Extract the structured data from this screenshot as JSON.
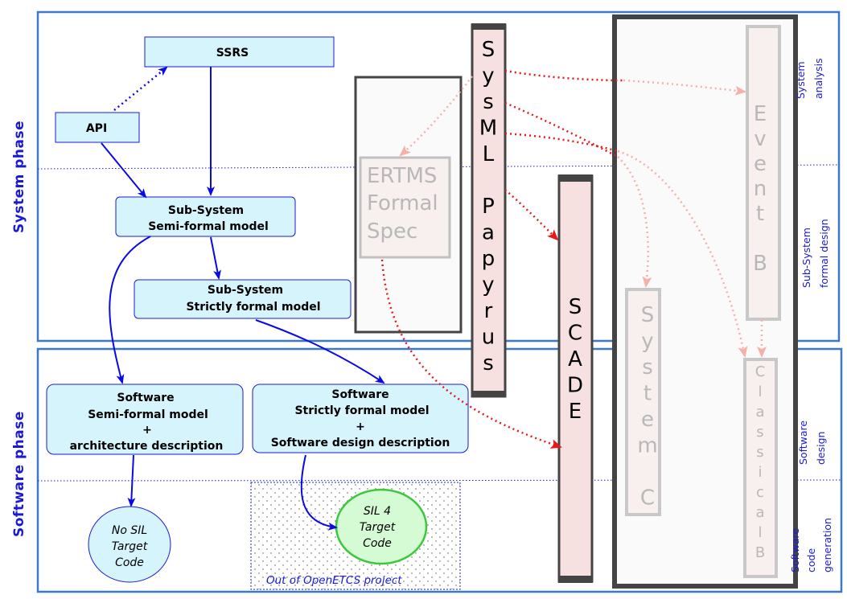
{
  "phases": {
    "system": "System phase",
    "software": "Software  phase"
  },
  "side_labels": {
    "system_analysis": [
      "System",
      "analysis"
    ],
    "subsystem_formal_design": [
      "Sub-System",
      "formal design"
    ],
    "software_design": [
      "Software",
      "design"
    ],
    "software_code_generation": [
      "Software",
      "code",
      "generation"
    ]
  },
  "boxes": {
    "ssrs": "SSRS",
    "api": "API",
    "subsystem_semiformal": [
      "Sub-System",
      "Semi-formal  model"
    ],
    "subsystem_strict": [
      "Sub-System",
      "Strictly formal  model"
    ],
    "software_semiformal": [
      "Software",
      "Semi-formal  model",
      "+",
      "architecture description"
    ],
    "software_strict": [
      "Software",
      "Strictly formal  model",
      "+",
      "Software design description"
    ],
    "no_sil": [
      "No SIL",
      "Target",
      "Code"
    ],
    "sil4": [
      "SIL 4",
      "Target",
      "Code"
    ],
    "out_of_project": "Out of OpenETCS project"
  },
  "tools": {
    "ertms": [
      "ERTMS",
      "Formal",
      "Spec"
    ],
    "sysml": [
      "S",
      "y",
      "s",
      "M",
      "L",
      "",
      "P",
      "a",
      "p",
      "y",
      "r",
      "u",
      "s"
    ],
    "scade": [
      "S",
      "C",
      "A",
      "D",
      "E"
    ],
    "system_c": [
      "S",
      "y",
      "s",
      "t",
      "e",
      "m",
      "",
      "C"
    ],
    "event_b": [
      "E",
      "v",
      "e",
      "n",
      "t",
      "",
      "B"
    ],
    "classical_b": [
      "C",
      "l",
      "a",
      "s",
      "s",
      "i",
      "c",
      "a",
      "l",
      "B"
    ]
  },
  "colors": {
    "phase_border": "#3c78c8",
    "box_fill": "#d6f4fb",
    "box_stroke": "#1a1ad6",
    "arrow_blue": "#0a0ae6",
    "arrow_red": "#e61a1a",
    "arrow_pink": "#f6b0aa",
    "tool_fill": "#f6e0e0",
    "tool_border": "#444444",
    "sil4_fill": "#d4fbd4",
    "sil4_stroke": "#3cc83c"
  }
}
